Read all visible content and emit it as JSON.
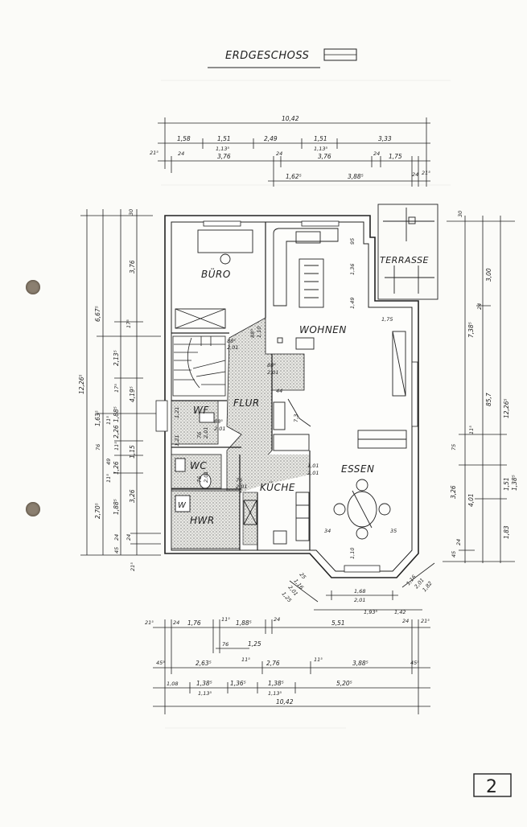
{
  "title": "ERDGESCHOSS",
  "page_number": "2",
  "rooms": {
    "buero": "BÜRO",
    "wohnen": "WOHNEN",
    "flur": "FLUR",
    "wf": "WF",
    "wc": "WC",
    "kueche": "KÜCHE",
    "essen": "ESSEN",
    "hwr": "HWR",
    "terrasse": "TERRASSE",
    "w": "W"
  },
  "dims_top": {
    "total": "10,42",
    "r1": [
      "1,58",
      "1,51",
      "2,49",
      "1,51",
      "3,33"
    ],
    "r1_sub": [
      "1,13⁵",
      "1,13⁵"
    ],
    "r2": [
      "21⁵",
      "24",
      "3,76",
      "24",
      "3,76",
      "24",
      "1,75",
      "24",
      "21⁵"
    ],
    "r3": [
      "1,62⁵",
      "3,88⁵"
    ]
  },
  "dims_left": {
    "total": "12,26⁵",
    "a": [
      "6,67⁵",
      "1,63⁵",
      "2,70⁵"
    ],
    "b": [
      "3,76",
      "17⁵",
      "2,13⁵",
      "17⁵",
      "4,19⁵",
      "2,26",
      "1,88⁵",
      "11⁵",
      "76",
      "49",
      "1,26",
      "11⁵",
      "1,88⁵",
      "3,26"
    ],
    "c": [
      "30",
      "24",
      "24",
      "21⁵",
      "11⁵",
      "45",
      "1,15"
    ]
  },
  "dims_right": {
    "total": "12,26⁵",
    "a": [
      "7,38⁵",
      "3,00",
      "85,7",
      "11⁵",
      "1,51",
      "1,38⁵"
    ],
    "b": [
      "24",
      "24",
      "75",
      "3,26",
      "4,01",
      "1,83",
      "45",
      "30"
    ]
  },
  "dims_bottom": {
    "total": "10,42",
    "r1": [
      "21⁵",
      "24",
      "1,76",
      "11⁵",
      "1,88⁵",
      "24",
      "5,51",
      "24",
      "21⁵"
    ],
    "r2": [
      "76",
      "1,25"
    ],
    "r3": [
      "45⁵",
      "2,63⁵",
      "11⁵",
      "2,76",
      "11⁵",
      "3,88⁵",
      "45⁵"
    ],
    "r4": [
      "1,08",
      "1,38⁵",
      "1,36⁵",
      "1,38⁵",
      "5,20⁵"
    ],
    "r4_sub": [
      "1,13⁵",
      "1,13⁵"
    ]
  },
  "dims_misc": {
    "bay": [
      "1,68",
      "2,01",
      "1,93⁵",
      "1,42",
      "1,16",
      "2,01",
      "1,82",
      "25",
      "1,16",
      "2,01",
      "1,25"
    ],
    "interior": [
      "1,36",
      "1,49",
      "1,75",
      "88⁵",
      "2,01",
      "88⁵",
      "2,01",
      "44",
      "7,3",
      "88⁵",
      "2,01",
      "76",
      "2,01",
      "76",
      "2,01",
      "1,01",
      "2,01",
      "76",
      "2,01",
      "1,10",
      "34",
      "35",
      "95",
      "1,21",
      "1,21",
      "88⁵",
      "1,10"
    ]
  }
}
